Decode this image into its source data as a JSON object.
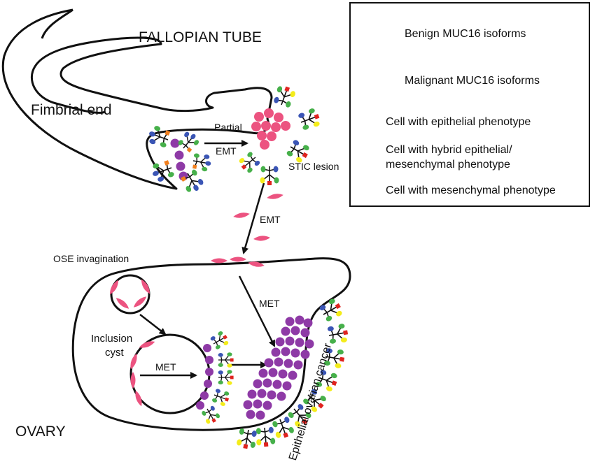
{
  "labels": {
    "fallopian_tube": "FALLOPIAN TUBE",
    "fimbrial_end": "Fimbrial end",
    "partial_emt_line1": "Partial",
    "partial_emt_line2": "EMT",
    "stic_lesion": "STIC lesion",
    "emt": "EMT",
    "ose_invagination": "OSE invagination",
    "met_upper": "MET",
    "inclusion_cyst_line1": "Inclusion",
    "inclusion_cyst_line2": "cyst",
    "met_cyst": "MET",
    "ovary": "OVARY",
    "epithelial_ovarian_cancer": "Epithelial ovarian cancer"
  },
  "legend": {
    "items": [
      {
        "text": "Benign MUC16 isoforms",
        "icon": "benign-muc16-icon"
      },
      {
        "text": "Malignant MUC16 isoforms",
        "icon": "malignant-muc16-icon"
      },
      {
        "text": "Cell with epithelial phenotype",
        "icon": "epithelial-cell-icon"
      },
      {
        "text_line1": "Cell with hybrid epithelial/",
        "text_line2": "mesenchymal phenotype",
        "icon": "hybrid-cell-icon"
      },
      {
        "text": "Cell with mesenchymal phenotype",
        "icon": "mesenchymal-cell-icon"
      }
    ]
  },
  "colors": {
    "epithelial": "#8e3aa6",
    "hybrid": "#ec5380",
    "mesenchymal": "#ec5380",
    "blue": "#3a55b5",
    "green": "#46b04a",
    "orange": "#f07f1e",
    "yellow": "#f4ec1a",
    "red": "#e0231f",
    "outline": "#111111"
  }
}
